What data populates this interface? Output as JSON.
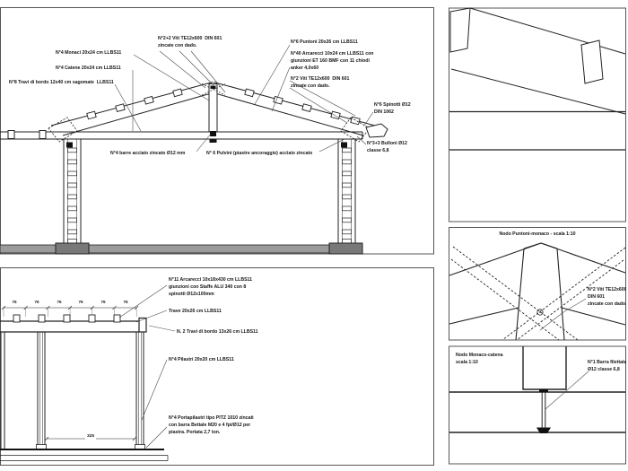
{
  "colors": {
    "line": "#222222",
    "frame": "#555555",
    "ground_fill": "#9b9b9b",
    "footing_fill": "#787878"
  },
  "truss_section": {
    "annotations": {
      "monaci": "N°4 Monaci 20x24 cm LLBS11",
      "catene": "N°4 Catene 20x24 cm LLBS11",
      "travi_bordo": "N°8 Travi di bordo 12x40 cm sagomate  LLBS11",
      "viti_apex": "N°2+2 Viti TE12x600  DIN 601\nzincate con dado.",
      "puntoni": "N°6 Puntoni 20x26 cm LLBS11",
      "arcarecci": "N°40 Arcarecci 10x24 cm LLBS11 con\ngiunzioni ET 160 BMF con 11 chiodi\nanker 4,0x60",
      "viti_eave": "N°2 Viti TE12x600  DIN 601\nzincate con dado.",
      "spinotti": "N°6 Spinotti Ø12\nDIN 1062",
      "bulloni": "N°3+3 Bulloni Ø12\nclasse 6,8",
      "barre": "N°4 barre acciaio zincato Ø12 mm",
      "pulvini": "N° 6 Pulvini (piastre ancoraggio) acciaio zincato"
    }
  },
  "front_elevation": {
    "annotations": {
      "arcarecci": "N°11 Arcarecci 10x18x430 cm LLBS11\ngiunzioni con Staffe ALU 340 con 8\nspinotti Ø12x100mm",
      "trave": "Trave 20x26 cm LLBS11",
      "travi_bordo": "N. 2 Travi di bordo 13x26 cm LLBS11",
      "pilastri": "N°4 Pilastri 20x20 cm LLBS11",
      "portapilastri": "N°4 Portapilastri tipo PITZ 1010 zincati\ncon barra Bettale M20 e 4 fpi/Ø12 per\npiastra. Portata 2,7 ton."
    },
    "dim_76": [
      "76",
      "76",
      "76",
      "76",
      "76",
      "76"
    ],
    "dim_span": "325"
  },
  "apex_node": {
    "title": "Nodo Puntoni-monaco - scala 1:10",
    "annotation_viti": "N°2 Viti TE12x600\nDIN 601\nzincate con dado."
  },
  "king_post_node": {
    "title": "Nodo Monaco-catena\nscala 1:10",
    "annotation_barra": "N°1 Barra filettata\nØ12 classe 6,8"
  }
}
